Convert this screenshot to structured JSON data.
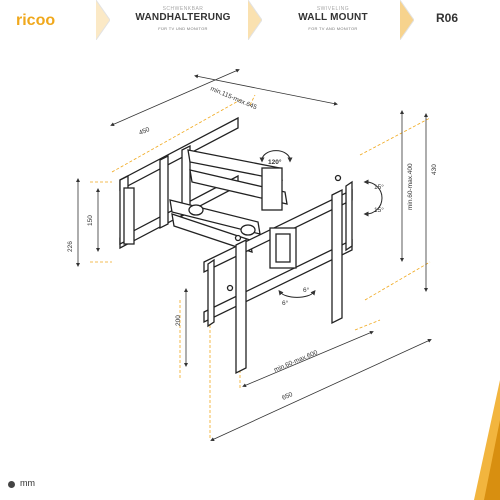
{
  "brand": {
    "logo_text": "ricoo",
    "accent": "#f0a81c"
  },
  "header": {
    "cell1": {
      "small": "SCHWENKBAR",
      "main": "WANDHALTERUNG",
      "sub": "FÜR TV UND MONITOR"
    },
    "cell2": {
      "small": "SWIVELING",
      "main": "WALL MOUNT",
      "sub": "FOR TV AND MONITOR"
    },
    "model": "R06"
  },
  "dimensions": {
    "arm_extension": "min.115-max.645",
    "wall_plate_width": "450",
    "wall_plate_height_outer": "226",
    "wall_plate_height_inner": "150",
    "swivel": "120°",
    "tilt_up": "15°",
    "tilt_down": "15°",
    "vertical_vesa": "min.60-max.400",
    "overall_height": "430",
    "rotation_left": "6°",
    "rotation_right": "6°",
    "bracket_height": "200",
    "horizontal_vesa": "min.60-max.600",
    "overall_width": "650"
  },
  "legend": {
    "unit": "mm"
  }
}
